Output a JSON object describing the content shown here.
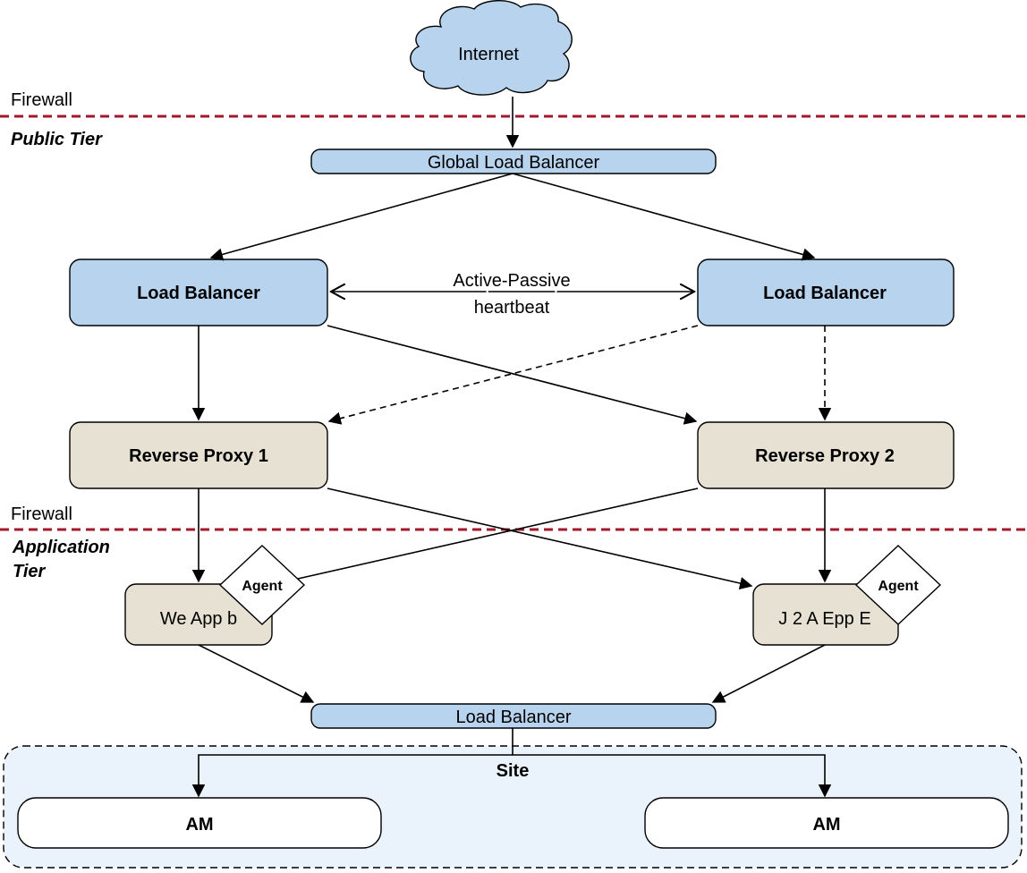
{
  "firewall_top_label": "Firewall",
  "firewall_mid_label": "Firewall",
  "public_tier_label": "Public Tier",
  "application_tier_label": [
    "Application",
    "Tier"
  ],
  "internet_label": "Internet",
  "global_lb_label": "Global Load Balancer",
  "lb_left_label": "Load Balancer",
  "lb_right_label": "Load Balancer",
  "heartbeat_label": [
    "Active-Passive",
    "heartbeat"
  ],
  "proxy1_label": "Reverse Proxy 1",
  "proxy2_label": "Reverse Proxy 2",
  "webapp_label": "We App b",
  "j2ee_label": "J 2 A Epp E",
  "agent_left_label": "Agent",
  "agent_right_label": "Agent",
  "lb_bottom_label": "Load Balancer",
  "site_label": "Site",
  "am_left_label": "AM",
  "am_right_label": "AM",
  "colors": {
    "firewall_line": "#a0192d",
    "blue_box": "#b7d3ee",
    "tan_box": "#e6e1d2",
    "site_fill": "#eaf3fb"
  }
}
